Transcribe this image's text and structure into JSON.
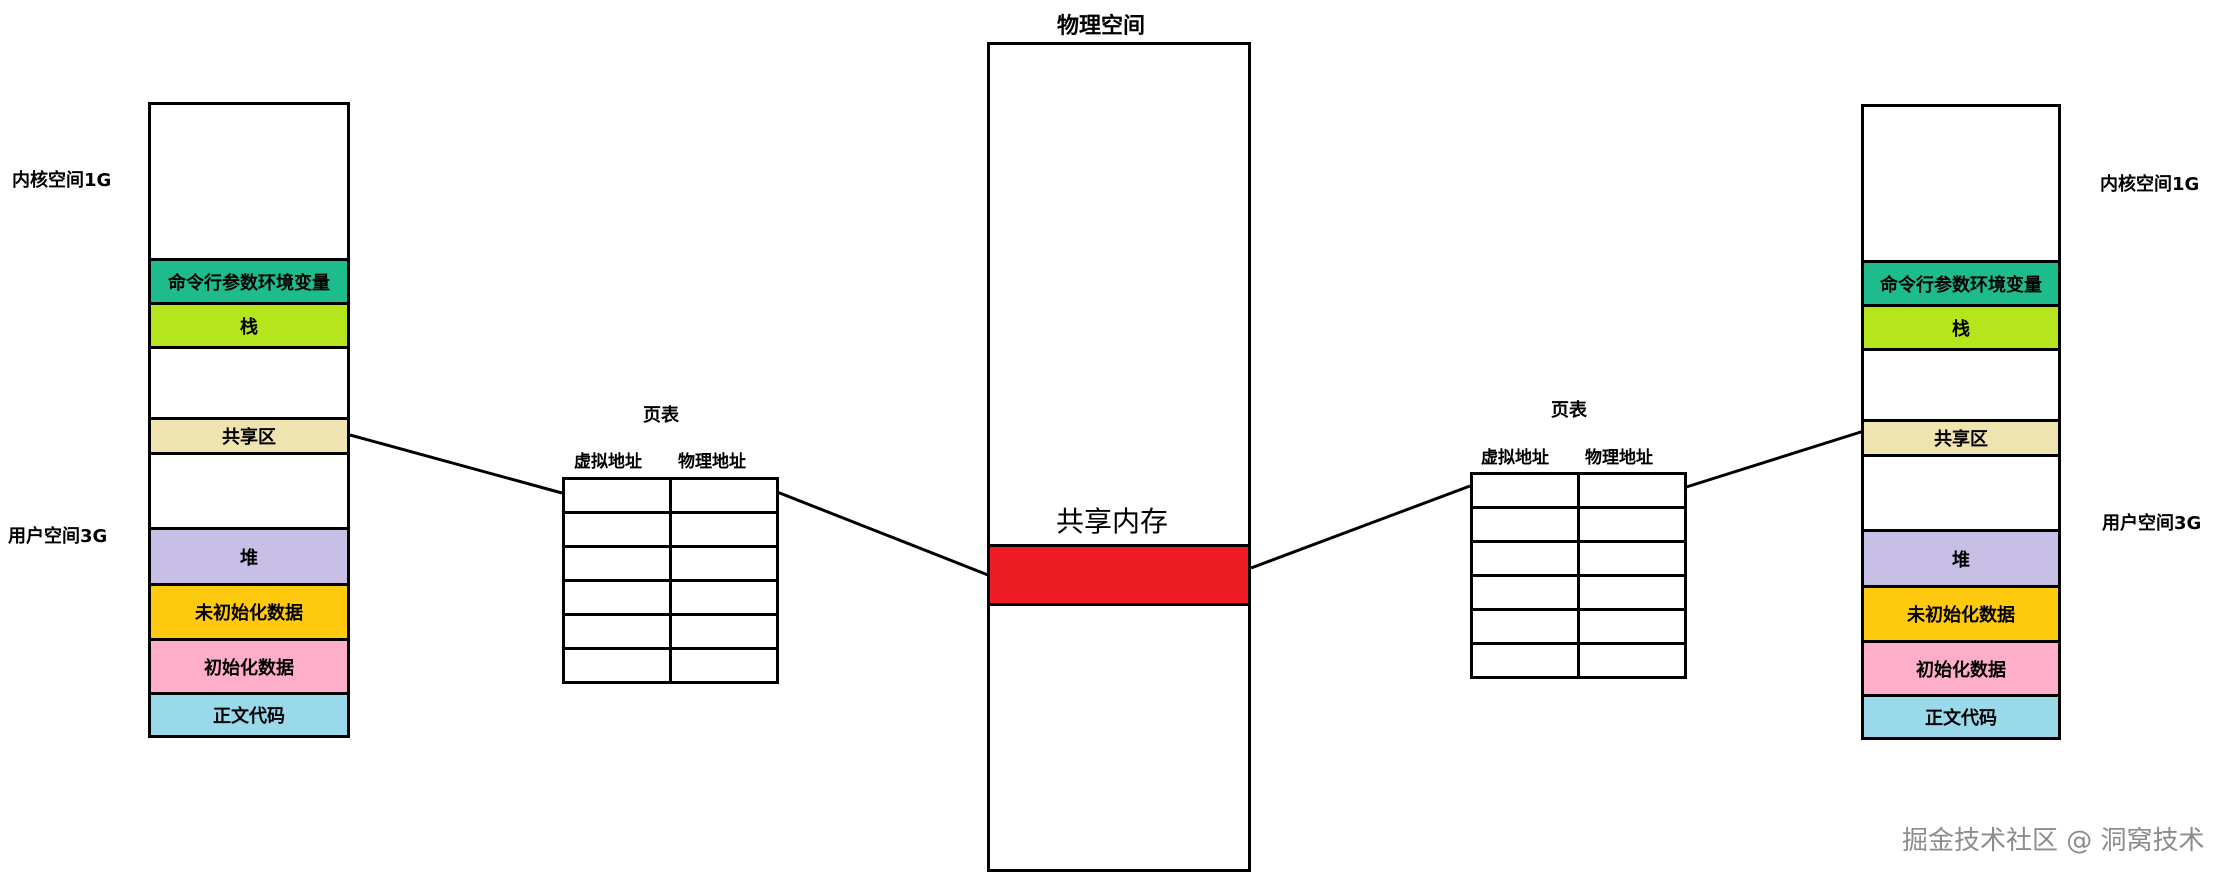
{
  "physical": {
    "title": "物理空间",
    "shared_memory_label": "共享内存",
    "highlight_color": "#ee1c25"
  },
  "left_process": {
    "kernel_label": "内核空间1G",
    "user_label": "用户空间3G",
    "regions": {
      "kernel": "",
      "cmdline": "命令行参数环境变量",
      "stack": "栈",
      "gap1": "",
      "shared": "共享区",
      "gap2": "",
      "heap": "堆",
      "bss": "未初始化数据",
      "data": "初始化数据",
      "text": "正文代码"
    }
  },
  "right_process": {
    "kernel_label": "内核空间1G",
    "user_label": "用户空间3G",
    "regions": {
      "kernel": "",
      "cmdline": "命令行参数环境变量",
      "stack": "栈",
      "gap1": "",
      "shared": "共享区",
      "gap2": "",
      "heap": "堆",
      "bss": "未初始化数据",
      "data": "初始化数据",
      "text": "正文代码"
    }
  },
  "page_table_left": {
    "title": "页表",
    "col_virtual": "虚拟地址",
    "col_physical": "物理地址"
  },
  "page_table_right": {
    "title": "页表",
    "col_virtual": "虚拟地址",
    "col_physical": "物理地址"
  },
  "colors": {
    "cmdline": "#1ebc8c",
    "stack": "#b5e61d",
    "shared": "#efe4b0",
    "heap": "#c8bfe7",
    "bss": "#ffc90e",
    "data": "#ffaec9",
    "text": "#99d9ea"
  },
  "watermark": "掘金技术社区 @ 洞窝技术"
}
